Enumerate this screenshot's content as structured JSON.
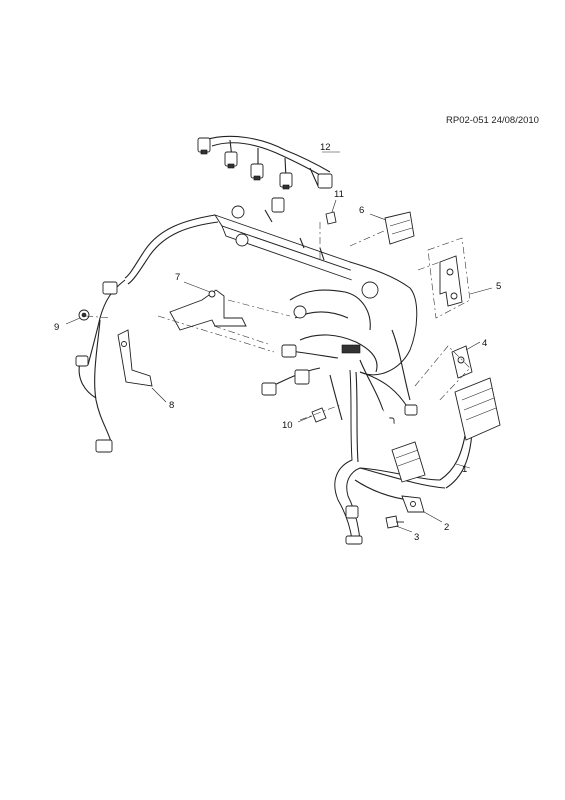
{
  "reference": "RP02-051 24/08/2010",
  "callouts": [
    {
      "id": "1",
      "label": "1"
    },
    {
      "id": "2",
      "label": "2"
    },
    {
      "id": "3",
      "label": "3"
    },
    {
      "id": "4",
      "label": "4"
    },
    {
      "id": "5",
      "label": "5"
    },
    {
      "id": "6",
      "label": "6"
    },
    {
      "id": "7",
      "label": "7"
    },
    {
      "id": "8",
      "label": "8"
    },
    {
      "id": "9",
      "label": "9"
    },
    {
      "id": "10",
      "label": "10"
    },
    {
      "id": "11",
      "label": "11"
    },
    {
      "id": "12",
      "label": "12"
    }
  ]
}
